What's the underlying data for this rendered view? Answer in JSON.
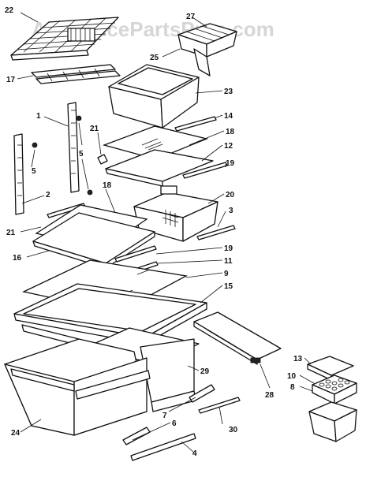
{
  "watermark": "AppliancePartsPros.com",
  "callouts": {
    "c1": "1",
    "c2": "2",
    "c3": "3",
    "c4": "4",
    "c5a": "5",
    "c5b": "5",
    "c6": "6",
    "c7": "7",
    "c8": "8",
    "c9": "9",
    "c10": "10",
    "c11": "11",
    "c12": "12",
    "c13": "13",
    "c14": "14",
    "c15": "15",
    "c16": "16",
    "c17": "17",
    "c18a": "18",
    "c18b": "18",
    "c19a": "19",
    "c19b": "19",
    "c20": "20",
    "c21a": "21",
    "c21b": "21",
    "c22": "22",
    "c23": "23",
    "c24": "24",
    "c25": "25",
    "c27": "27",
    "c28": "28",
    "c29": "29",
    "c30": "30"
  }
}
